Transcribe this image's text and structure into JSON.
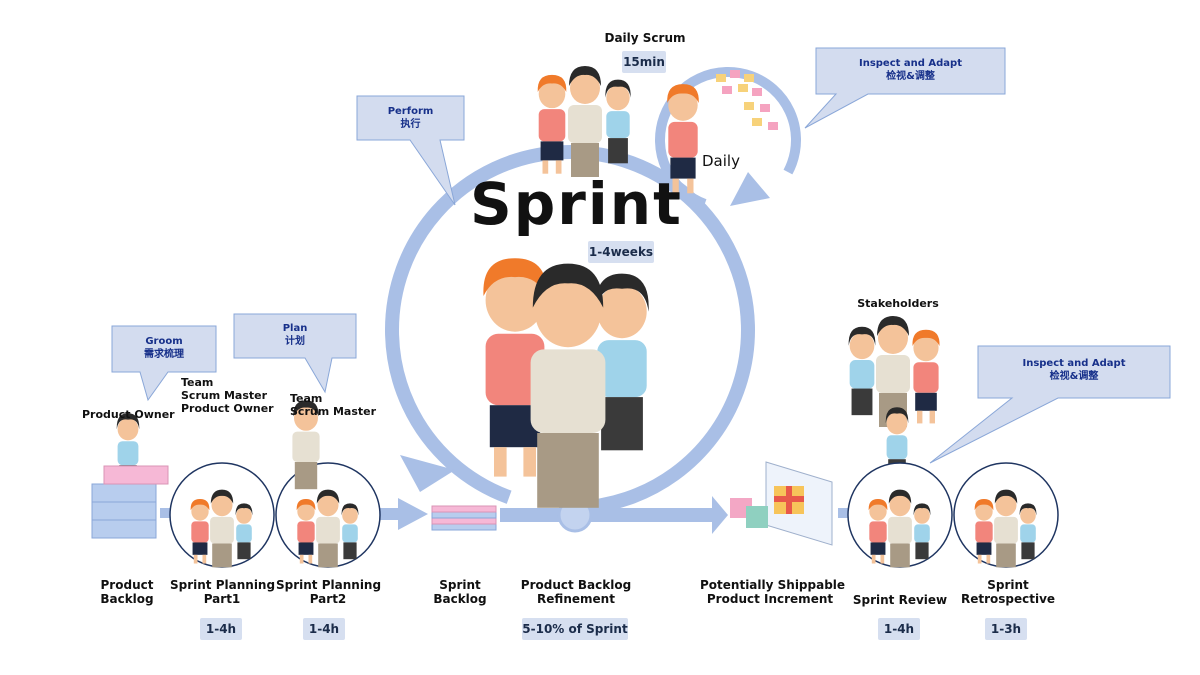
{
  "title": "Sprint",
  "sprint_duration": "1-4weeks",
  "daily_scrum": {
    "label": "Daily Scrum",
    "duration": "15min",
    "daily_word": "Daily"
  },
  "callouts": {
    "perform": {
      "en": "Perform",
      "zh": "执行"
    },
    "inspect_top": {
      "en": "Inspect and Adapt",
      "zh": "检视&调整"
    },
    "groom": {
      "en": "Groom",
      "zh": "需求梳理"
    },
    "plan": {
      "en": "Plan",
      "zh": "计划"
    },
    "inspect_right": {
      "en": "Inspect and Adapt",
      "zh": "检视&调整"
    }
  },
  "roles": {
    "product_owner": "Product Owner",
    "planning1": [
      "Team",
      "Scrum Master",
      "Product Owner"
    ],
    "planning2": [
      "Team",
      "Scrum Master"
    ],
    "stakeholders": "Stakeholders"
  },
  "stages": [
    {
      "label": [
        "Product",
        "Backlog"
      ],
      "duration": ""
    },
    {
      "label": [
        "Sprint Planning",
        "Part1"
      ],
      "duration": "1-4h"
    },
    {
      "label": [
        "Sprint Planning",
        "Part2"
      ],
      "duration": "1-4h"
    },
    {
      "label": [
        "Sprint",
        "Backlog"
      ],
      "duration": ""
    },
    {
      "label": [
        "Product Backlog",
        "Refinement"
      ],
      "duration": "5-10% of Sprint"
    },
    {
      "label": [
        "Potentially Shippable",
        "Product Increment"
      ],
      "duration": ""
    },
    {
      "label": [
        "Sprint Review"
      ],
      "duration": "1-4h"
    },
    {
      "label": [
        "Sprint",
        "Retrospective"
      ],
      "duration": "1-3h"
    }
  ],
  "colors": {
    "loop": "#a9bfe6",
    "loop_edge": "#8aa7d8",
    "callout_fill": "#d3dcef",
    "pill_fill": "#d6dff0",
    "backlog_blue": "#b8cdee",
    "backlog_pink": "#f6b8d6",
    "person_orange_hair": "#f07a2a",
    "person_pink_shirt": "#f2857c",
    "person_beige": "#e6e0d2",
    "person_blue_shirt": "#9fd3ea",
    "skin": "#f4c39a",
    "dark_hair": "#2a2a2a"
  }
}
